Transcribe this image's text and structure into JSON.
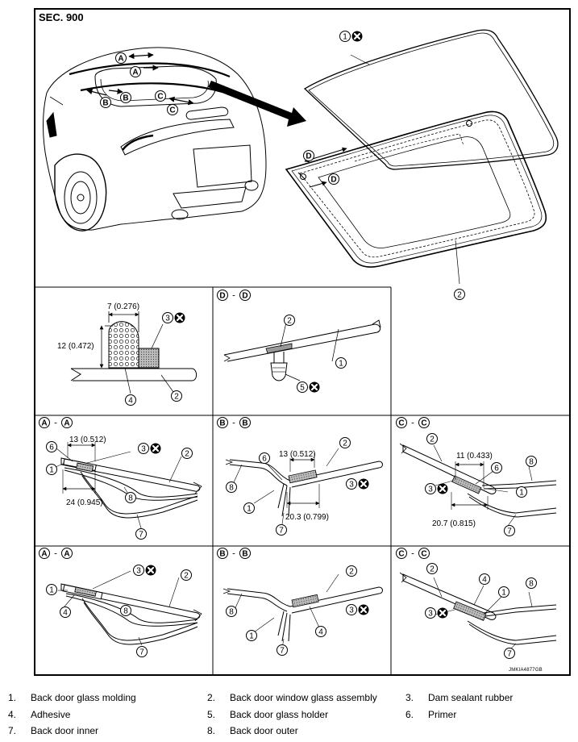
{
  "section_label": "SEC. 900",
  "figure_code": "JMKIA4877GB",
  "callouts": {
    "n1": "1",
    "n2": "2",
    "n3": "3",
    "n4": "4",
    "n5": "5",
    "n6": "6",
    "n7": "7",
    "n8": "8",
    "A": "A",
    "B": "B",
    "C": "C",
    "D": "D"
  },
  "dimensions": {
    "dam_width": "7 (0.276)",
    "dam_height": "12 (0.472)",
    "aa_top": "13 (0.512)",
    "aa_bottom": "24 (0.945)",
    "bb_top": "13 (0.512)",
    "bb_bottom": "20.3 (0.799)",
    "cc_top": "11 (0.433)",
    "cc_bottom": "20.7 (0.815)"
  },
  "legend": [
    {
      "num": "1.",
      "label": "Back door glass molding"
    },
    {
      "num": "2.",
      "label": "Back door window glass assembly"
    },
    {
      "num": "3.",
      "label": "Dam sealant rubber"
    },
    {
      "num": "4.",
      "label": "Adhesive"
    },
    {
      "num": "5.",
      "label": "Back door glass holder"
    },
    {
      "num": "6.",
      "label": "Primer"
    },
    {
      "num": "7.",
      "label": "Back door inner"
    },
    {
      "num": "8.",
      "label": "Back door outer"
    }
  ]
}
